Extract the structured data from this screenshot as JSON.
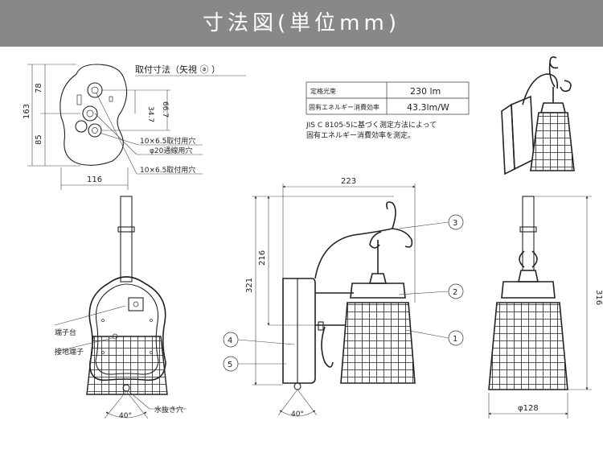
{
  "header": {
    "title": "寸法図(単位mm)",
    "bg_color": "#888888",
    "text_color": "#ffffff"
  },
  "mount_view": {
    "title": "取付寸法（矢視 ⓐ ）",
    "dims": {
      "total_h": "163",
      "upper": "78",
      "lower": "85",
      "inner_a": "34.7",
      "inner_b": "66.7",
      "width": "116"
    },
    "holes": [
      "10×6.5取付用穴",
      "φ20通線用穴",
      "10×6.5取付用穴"
    ]
  },
  "spec_table": {
    "rows": [
      {
        "label": "定格光束",
        "value": "230 lm"
      },
      {
        "label": "固有エネルギー消費効率",
        "value": "43.3lm/W"
      }
    ],
    "note_line1": "JIS C 8105-5に基づく測定方法によって",
    "note_line2": "固有エネルギー消費効率を測定。"
  },
  "back_view": {
    "labels": {
      "terminal_block": "端子台",
      "ground_terminal": "接地端子",
      "drain_hole": "水抜き穴",
      "angle": "40°"
    }
  },
  "side_view": {
    "dims": {
      "width": "223",
      "height": "321",
      "arm": "216",
      "angle": "40°"
    },
    "callouts": [
      "1",
      "2",
      "3",
      "4",
      "5"
    ]
  },
  "front_view": {
    "dims": {
      "height": "316",
      "diameter": "φ128"
    }
  }
}
